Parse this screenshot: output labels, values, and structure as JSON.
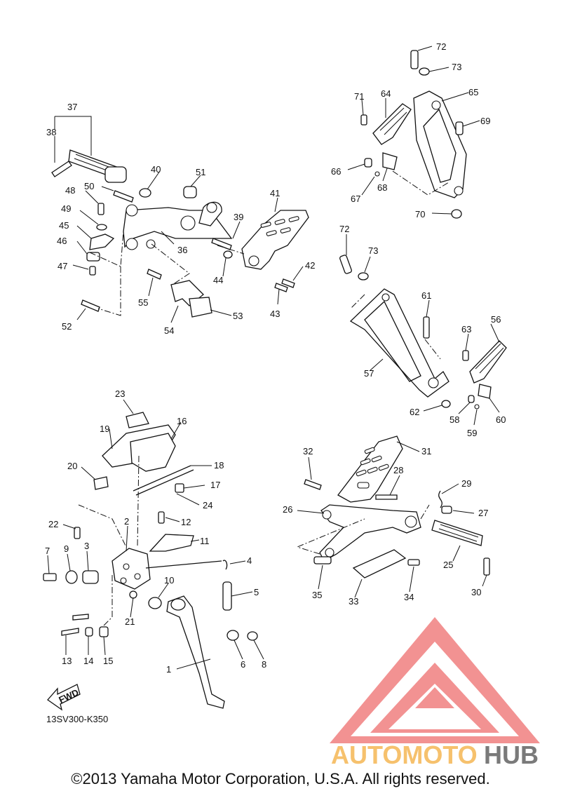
{
  "callouts": {
    "c1": "1",
    "c2": "2",
    "c3": "3",
    "c4": "4",
    "c5": "5",
    "c6": "6",
    "c7": "7",
    "c8": "8",
    "c9": "9",
    "c10": "10",
    "c11": "11",
    "c12": "12",
    "c13": "13",
    "c14": "14",
    "c15": "15",
    "c16": "16",
    "c17": "17",
    "c18": "18",
    "c19": "19",
    "c20": "20",
    "c21": "21",
    "c22": "22",
    "c23": "23",
    "c24": "24",
    "c25": "25",
    "c26": "26",
    "c27": "27",
    "c28": "28",
    "c29": "29",
    "c30": "30",
    "c31": "31",
    "c32": "32",
    "c33": "33",
    "c34": "34",
    "c35": "35",
    "c36": "36",
    "c37": "37",
    "c38": "38",
    "c39": "39",
    "c40": "40",
    "c41": "41",
    "c42": "42",
    "c43": "43",
    "c44": "44",
    "c45": "45",
    "c46": "46",
    "c47": "47",
    "c48": "48",
    "c49": "49",
    "c50": "50",
    "c51": "51",
    "c52": "52",
    "c53": "53",
    "c54": "54",
    "c55": "55",
    "c56": "56",
    "c57": "57",
    "c58": "58",
    "c59": "59",
    "c60": "60",
    "c61": "61",
    "c62": "62",
    "c63": "63",
    "c64": "64",
    "c65": "65",
    "c66": "66",
    "c67": "67",
    "c68": "68",
    "c69": "69",
    "c70": "70",
    "c71": "71",
    "c72a": "72",
    "c73a": "73",
    "c72b": "72",
    "c73b": "73"
  },
  "fwd_label": "FWD",
  "diagram_code": "13SV300-K350",
  "watermark": {
    "part1": "AUTOMOTO",
    "part2": "HUB",
    "color_main": "#f26b6b",
    "color_accent": "#f6c16d",
    "color_dark": "#7a7a7a"
  },
  "copyright": "©2013 Yamaha Motor Corporation, U.S.A. All rights reserved."
}
